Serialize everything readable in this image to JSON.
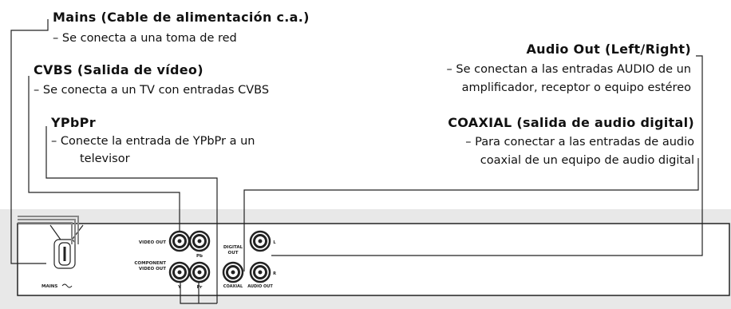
{
  "labels": {
    "mains": {
      "title": "Mains (Cable de alimentación c.a.)",
      "desc": "–   Se conecta a una toma de red"
    },
    "cvbs": {
      "title": "CVBS (Salida de vídeo)",
      "desc": "–   Se conecta a un TV con entradas CVBS"
    },
    "ypbpr": {
      "title": "YPbPr",
      "desc1": "–    Conecte la entrada de YPbPr a un",
      "desc2": "televisor"
    },
    "audio_out": {
      "title": "Audio Out (Left/Right)",
      "desc1": "– Se conectan a las entradas AUDIO de un",
      "desc2": "amplificador, receptor o equipo estéreo"
    },
    "coaxial": {
      "title": "COAXIAL (salida de audio digital)",
      "desc1": "– Para conectar a las entradas de audio",
      "desc2": "coaxial de un equipo de audio digital"
    }
  },
  "panel": {
    "video_out": "VIDEO OUT",
    "component_video_out_1": "COMPONENT",
    "component_video_out_2": "VIDEO OUT",
    "pb": "Pb",
    "y": "Y",
    "pr": "Pr",
    "digital_out_1": "DIGITAL",
    "digital_out_2": "OUT",
    "coaxial": "COAXIAL",
    "audio_out": "AUDIO OUT",
    "l": "L",
    "r": "R",
    "mains": "MAINS"
  }
}
